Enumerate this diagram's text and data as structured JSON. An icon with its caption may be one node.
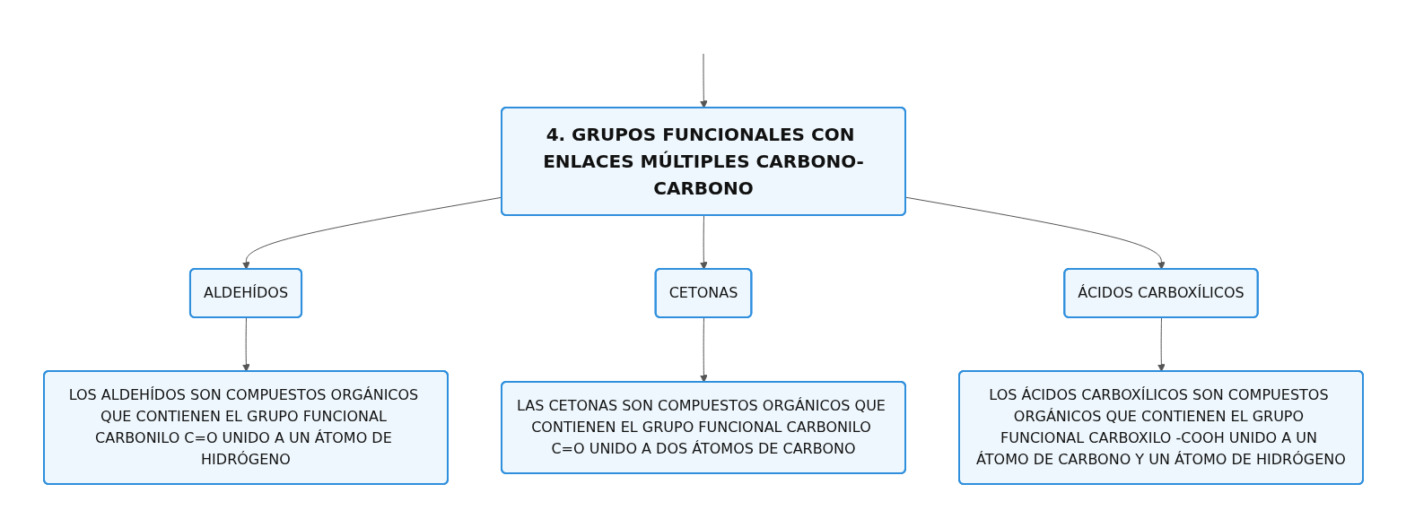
{
  "diagram": {
    "nodes": [
      {
        "text": [
          "4. GRUPOS FUNCIONALES CON ENLACES MÚLTIPLES CARBONO-CARBONO"
        ]
      },
      {
        "text": [
          "ALDEHÍDOS"
        ]
      },
      {
        "text": [
          "CETONAS"
        ]
      },
      {
        "text": [
          "ÁCIDOS CARBOXÍLICOS"
        ]
      },
      {
        "text": [
          "LOS ALDEHÍDOS SON COMPUESTOS ORGÁNICOS QUE CONTIENEN EL GRUPO FUNCIONAL CARBONILO C=O UNIDO A UN ÁTOMO DE HIDRÓGENO"
        ]
      },
      {
        "text": [
          "LAS CETONAS SON COMPUESTOS ORGÁNICOS QUE CONTIENEN EL GRUPO FUNCIONAL CARBONILO C=O UNIDO A DOS ÁTOMOS DE CARBONO"
        ]
      },
      {
        "text": [
          "LOS ÁCIDOS CARBOXÍLICOS SON COMPUESTOS ORGÁNICOS QUE CONTIENEN EL GRUPO FUNCIONAL CARBOXILO -COOH UNIDO A UN ÁTOMO DE CARBONO Y UN ÁTOMO DE HIDRÓGENO"
        ]
      }
    ],
    "edges": [
      {
        "from": null,
        "to": 0,
        "arrow": "to"
      },
      {
        "from": 0,
        "to": 1,
        "arrow": "to"
      },
      {
        "from": 0,
        "to": 2,
        "arrow": "to"
      },
      {
        "from": 0,
        "to": 3,
        "arrow": "to"
      },
      {
        "from": 1,
        "to": 4,
        "arrow": "to"
      },
      {
        "from": 2,
        "to": 5,
        "arrow": "to"
      },
      {
        "from": 3,
        "to": 6,
        "arrow": "to"
      }
    ]
  }
}
